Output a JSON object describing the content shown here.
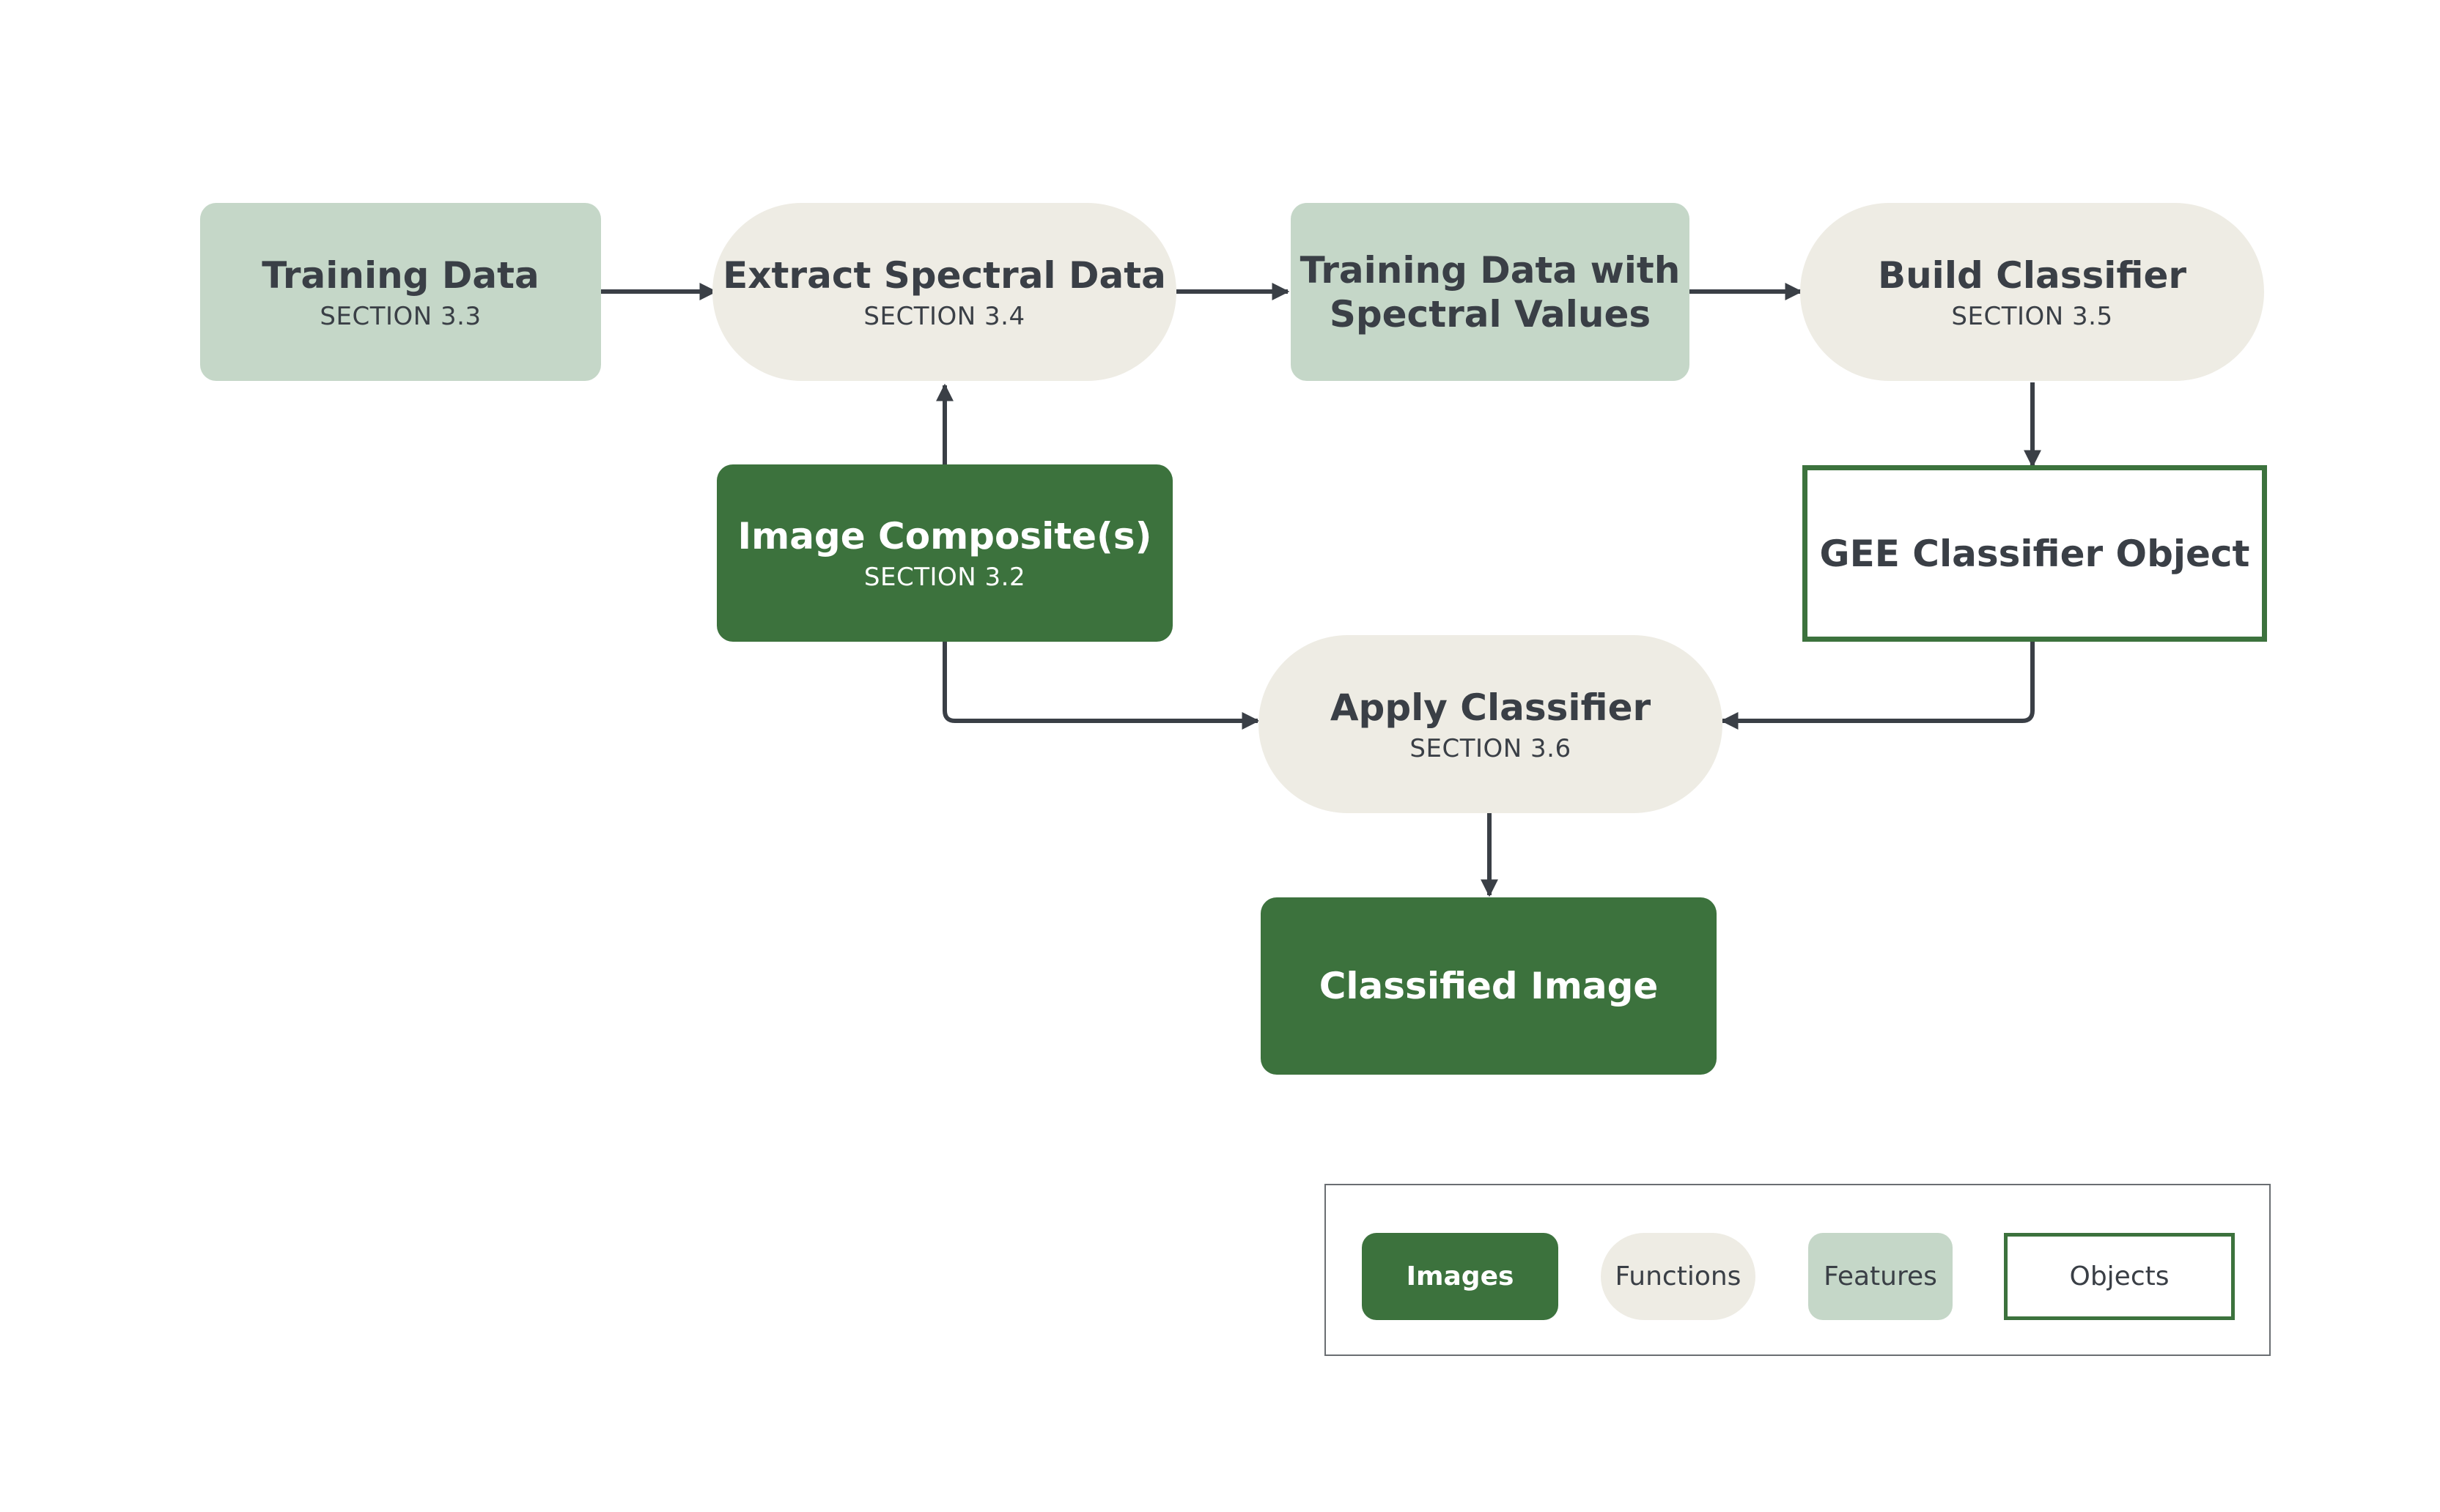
{
  "nodes": {
    "training_data": {
      "title": "Training Data",
      "section": "SECTION 3.3"
    },
    "extract_spectral": {
      "title": "Extract Spectral Data",
      "section": "SECTION 3.4"
    },
    "training_spectral": {
      "title_line1": "Training Data with",
      "title_line2": "Spectral Values"
    },
    "build_classifier": {
      "title": "Build Classifier",
      "section": "SECTION 3.5"
    },
    "image_composite": {
      "title": "Image Composite(s)",
      "section": "SECTION 3.2"
    },
    "gee_classifier": {
      "title": "GEE Classifier Object"
    },
    "apply_classifier": {
      "title": "Apply Classifier",
      "section": "SECTION 3.6"
    },
    "classified_image": {
      "title": "Classified Image"
    }
  },
  "legend": {
    "images": "Images",
    "functions": "Functions",
    "features": "Features",
    "objects": "Objects"
  },
  "colors": {
    "images": "#3c723d",
    "functions": "#eeece4",
    "features": "#c5d7c8",
    "objects_border": "#3c723d",
    "arrows": "#3a3f46"
  }
}
